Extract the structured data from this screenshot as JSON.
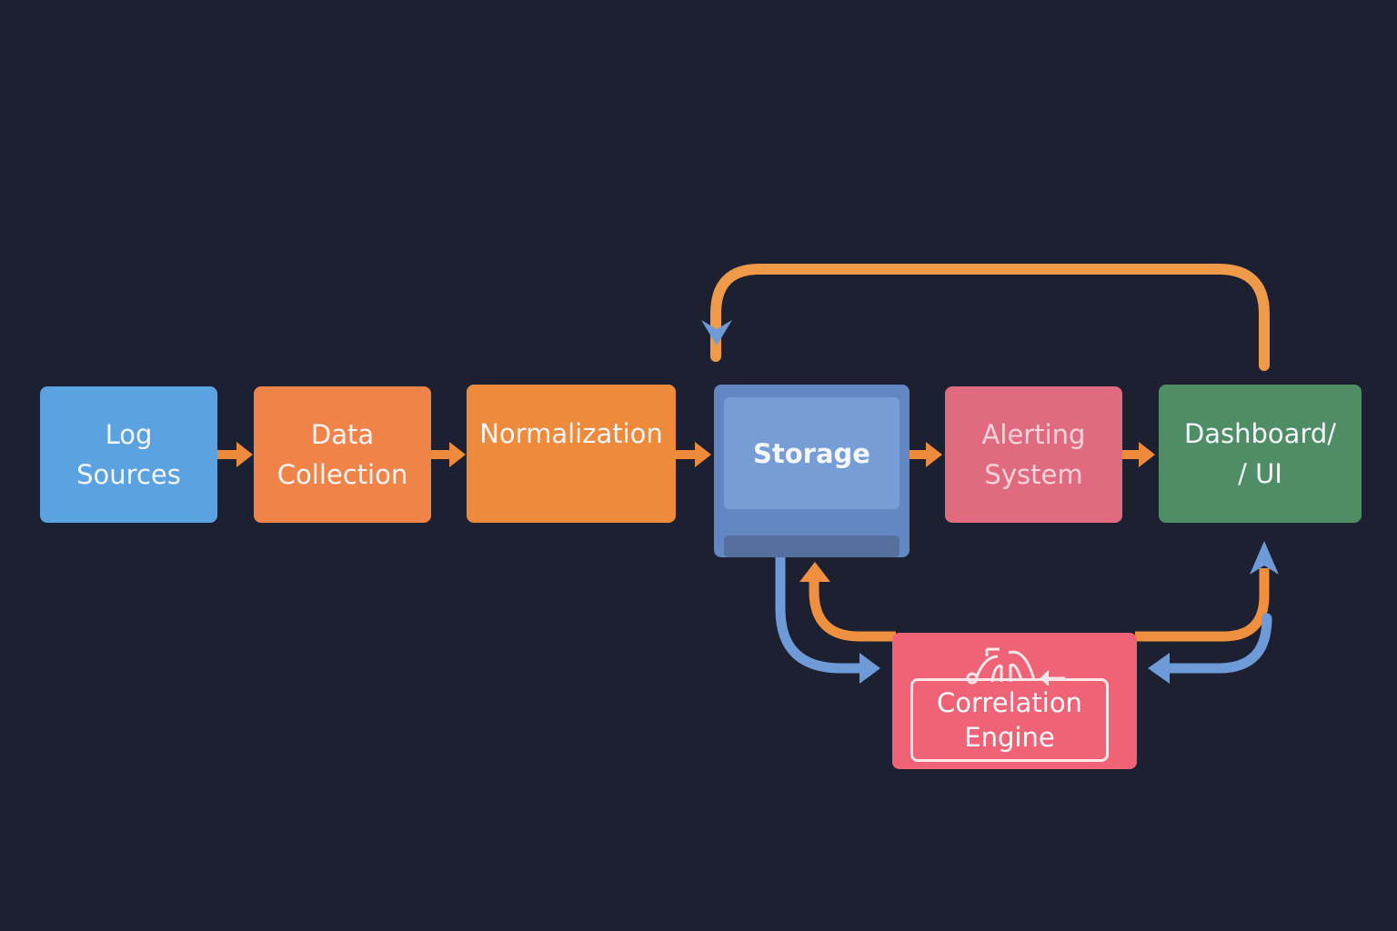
{
  "diagram": {
    "title": "",
    "nodes": [
      {
        "id": "log-sources",
        "lines": [
          "Log",
          "Sources"
        ],
        "color": "#5aa2e0"
      },
      {
        "id": "data-collection",
        "lines": [
          "Data",
          "Collection"
        ],
        "color": "#f08448"
      },
      {
        "id": "normalization",
        "lines": [
          "Normalization"
        ],
        "color": "#ee8a3c"
      },
      {
        "id": "storage",
        "lines": [
          "Storage"
        ],
        "color": "#6387c2"
      },
      {
        "id": "alerting-system",
        "lines": [
          "Alerting",
          "System"
        ],
        "color": "#e06a80"
      },
      {
        "id": "dashboard-ui",
        "lines": [
          "Dashboard/",
          "/ UI"
        ],
        "color": "#4e8d66"
      },
      {
        "id": "correlation-engine",
        "lines": [
          "Correlation",
          "Engine"
        ],
        "color": "#f06276",
        "icon": "network-loop-icon"
      }
    ],
    "edges": [
      {
        "from": "log-sources",
        "to": "data-collection",
        "color": "#ee8a3c"
      },
      {
        "from": "data-collection",
        "to": "normalization",
        "color": "#ee8a3c"
      },
      {
        "from": "normalization",
        "to": "storage",
        "color": "#ee8a3c"
      },
      {
        "from": "storage",
        "to": "alerting-system",
        "color": "#ee8a3c"
      },
      {
        "from": "alerting-system",
        "to": "dashboard-ui",
        "color": "#ee8a3c"
      },
      {
        "from": "dashboard-ui",
        "to": "storage",
        "color": "#ee9a48",
        "route": "over-top"
      },
      {
        "from": "storage",
        "to": "correlation-engine",
        "color": "#6f9ad8"
      },
      {
        "from": "correlation-engine",
        "to": "storage",
        "color": "#ee9040"
      },
      {
        "from": "correlation-engine",
        "to": "dashboard-ui",
        "color": "#ee9040"
      },
      {
        "from": "dashboard-ui",
        "to": "correlation-engine",
        "color": "#6f9ad8"
      }
    ]
  }
}
